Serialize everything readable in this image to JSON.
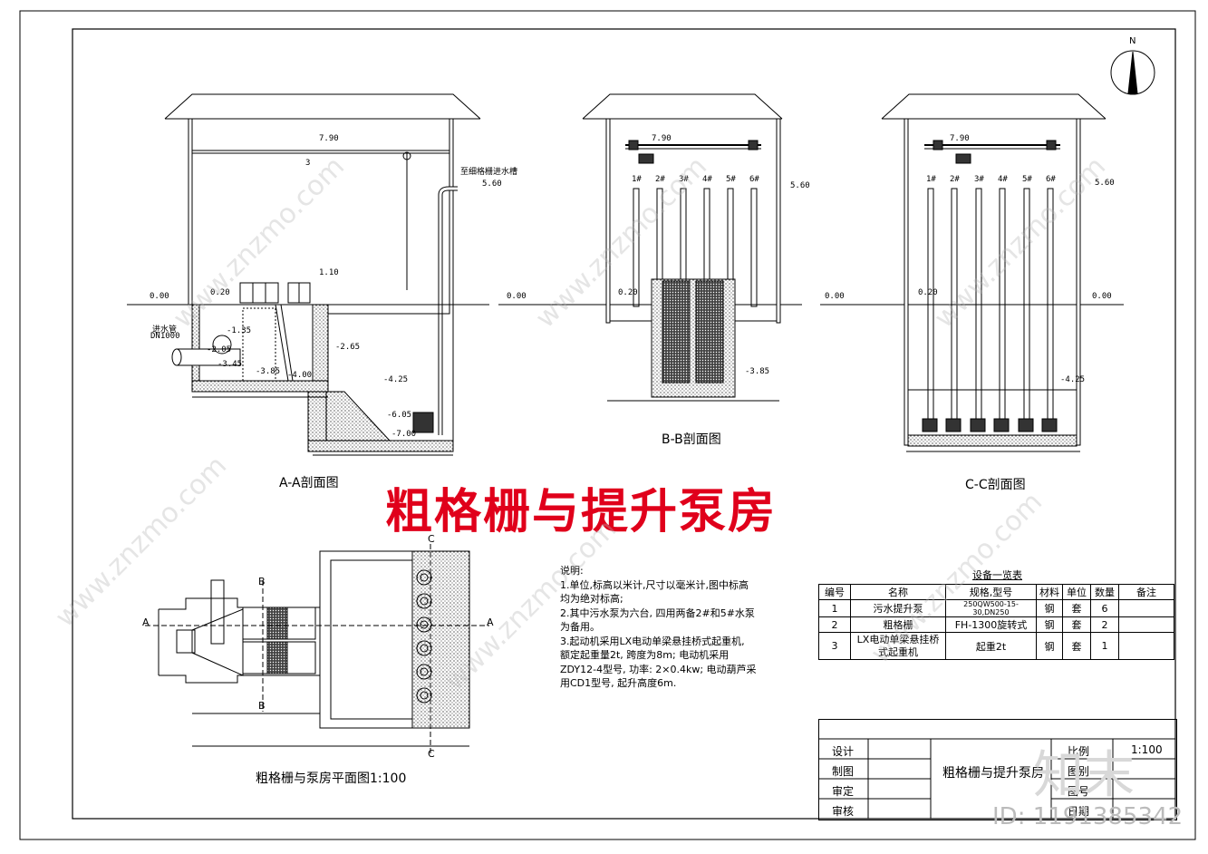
{
  "sections": {
    "aa_caption": "A-A剖面图",
    "bb_caption": "B-B剖面图",
    "cc_caption": "C-C剖面图",
    "plan_caption": "粗格栅与泵房平面图1:100"
  },
  "main_title": "粗格栅与提升泵房",
  "aa_labels": {
    "roof_elev": "7.90",
    "beam_no": "3",
    "pipe_note": "至细格栅进水槽",
    "pipe_elev": "5.60",
    "floor_elev": "1.10",
    "ground_left": "0.00",
    "ground_plat": "0.20",
    "inlet_pipe": "进水管",
    "inlet_dn": "DN1000",
    "e1": "-1.35",
    "e2": "-2.05",
    "e3": "-2.65",
    "e4": "-3.45",
    "e5": "-3.85",
    "e6": "-4.00",
    "e7": "-4.25",
    "e8": "-6.05",
    "e9": "-7.00"
  },
  "bb_labels": {
    "roof_elev": "7.90",
    "pipe_elev": "5.60",
    "ground_left": "0.00",
    "ground_plat": "0.20",
    "bottom": "-3.85",
    "pumps": [
      "1#",
      "2#",
      "3#",
      "4#",
      "5#",
      "6#"
    ]
  },
  "cc_labels": {
    "roof_elev": "7.90",
    "pipe_elev": "5.60",
    "ground_left": "0.00",
    "ground_plat": "0.20",
    "ground_right": "0.00",
    "bottom": "-4.25",
    "pumps": [
      "1#",
      "2#",
      "3#",
      "4#",
      "5#",
      "6#"
    ]
  },
  "plan_labels": {
    "a_left": "A",
    "a_right": "A",
    "b_top": "B",
    "b_bottom": "B",
    "c_top": "C",
    "c_bottom": "C"
  },
  "notes": {
    "heading": "说明:",
    "lines": [
      "1.单位,标高以米计,尺寸以毫米计,图中标高",
      "均为绝对标高;",
      "2.其中污水泵为六台, 四用两备2#和5#水泵",
      "为备用。",
      "3.起动机采用LX电动单梁悬挂桥式起重机,",
      "额定起重量2t, 跨度为8m; 电动机采用",
      "ZDY12-4型号, 功率: 2×0.4kw; 电动葫芦采",
      "用CD1型号, 起升高度6m."
    ]
  },
  "equipment": {
    "title": "设备一览表",
    "headers": [
      "编号",
      "名称",
      "规格,型号",
      "材料",
      "单位",
      "数量",
      "备注"
    ],
    "rows": [
      [
        "1",
        "污水提升泵",
        "250QW500-15-30,DN250",
        "钢",
        "套",
        "6",
        ""
      ],
      [
        "2",
        "粗格栅",
        "FH-1300旋转式",
        "钢",
        "套",
        "2",
        ""
      ],
      [
        "3",
        "LX电动单梁悬挂桥式起重机",
        "起重2t",
        "钢",
        "套",
        "1",
        ""
      ]
    ]
  },
  "title_block": {
    "design": "设计",
    "draw": "制图",
    "review": "审定",
    "check": "审核",
    "drawing_name": "粗格栅与提升泵房",
    "scale_label": "比例",
    "scale_value": "1:100",
    "category_label": "图别",
    "number_label": "图号",
    "date_label": "日期"
  },
  "watermark": {
    "id_text": "ID: 1191385342",
    "logo": "知末",
    "site": "www.znzmo.com"
  },
  "north": "N",
  "colors": {
    "title_red": "#e0001b",
    "line": "#000000"
  }
}
